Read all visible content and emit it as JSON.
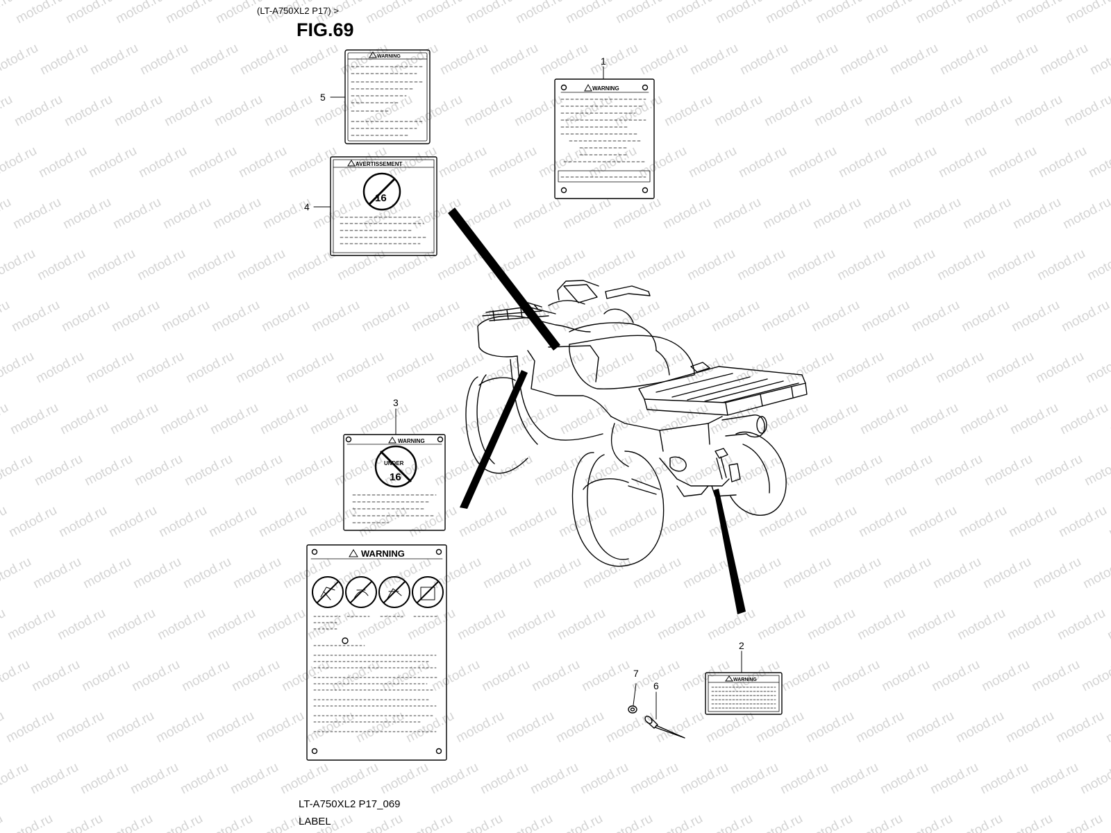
{
  "header": {
    "model_ref": "(LT-A750XL2 P17) >",
    "figure": "FIG.69"
  },
  "callouts": [
    "1",
    "2",
    "3",
    "4",
    "5",
    "6",
    "7"
  ],
  "labels": {
    "warning": "WARNING",
    "avertissement": "AVERTISSEMENT",
    "age_badge_number": "16",
    "under_text": "UNDER"
  },
  "footer": {
    "code": "LT-A750XL2 P17_069",
    "title": "LABEL"
  },
  "watermark": "motod.ru"
}
